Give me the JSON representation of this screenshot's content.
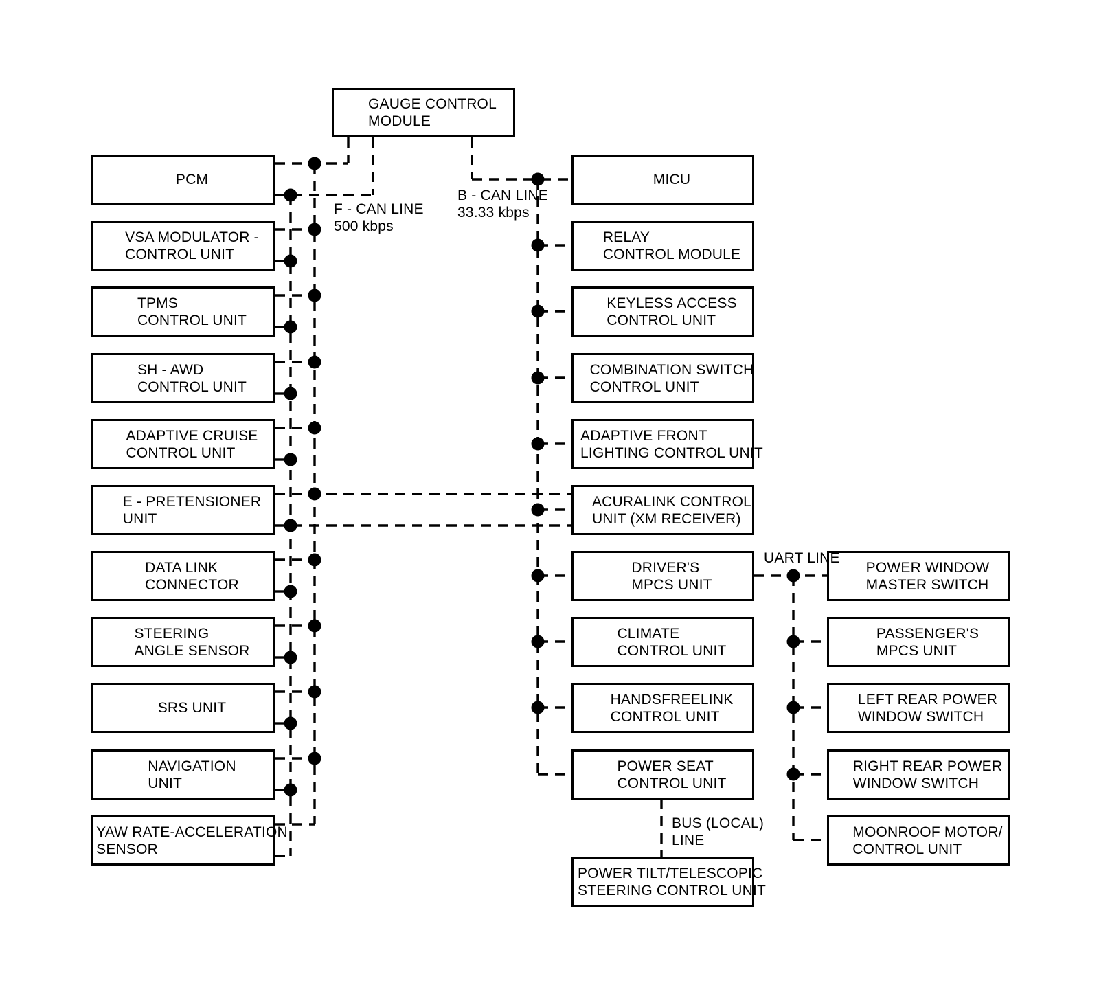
{
  "diagram_title": "Vehicle control unit network diagram",
  "colors": {
    "line": "#000000",
    "text": "#000000",
    "background": "#ffffff",
    "box_border": "#000000"
  },
  "gauge": {
    "label": "GAUGE CONTROL\nMODULE"
  },
  "left_column": {
    "bus": "F - CAN LINE",
    "boxes": [
      {
        "label": "PCM"
      },
      {
        "label": "VSA MODULATOR -\nCONTROL UNIT"
      },
      {
        "label": "TPMS\nCONTROL UNIT"
      },
      {
        "label": "SH - AWD\nCONTROL UNIT"
      },
      {
        "label": "ADAPTIVE CRUISE\nCONTROL UNIT"
      },
      {
        "label": "E - PRETENSIONER\nUNIT"
      },
      {
        "label": "DATA LINK\nCONNECTOR"
      },
      {
        "label": "STEERING\nANGLE SENSOR"
      },
      {
        "label": "SRS UNIT"
      },
      {
        "label": "NAVIGATION\nUNIT"
      },
      {
        "label": "YAW RATE-ACCELERATION\nSENSOR"
      }
    ]
  },
  "middle_column": {
    "bus": "B - CAN LINE",
    "boxes": [
      {
        "label": "MICU"
      },
      {
        "label": "RELAY\nCONTROL MODULE"
      },
      {
        "label": "KEYLESS ACCESS\nCONTROL UNIT"
      },
      {
        "label": "COMBINATION SWITCH\nCONTROL UNIT"
      },
      {
        "label": "ADAPTIVE FRONT\nLIGHTING CONTROL UNIT"
      },
      {
        "label": "ACURALINK CONTROL\nUNIT (XM RECEIVER)"
      },
      {
        "label": "DRIVER'S\nMPCS UNIT"
      },
      {
        "label": "CLIMATE\nCONTROL UNIT"
      },
      {
        "label": "HANDSFREELINK\nCONTROL UNIT"
      },
      {
        "label": "POWER SEAT\nCONTROL UNIT"
      },
      {
        "label": "POWER TILT/TELESCOPIC\nSTEERING CONTROL UNIT"
      }
    ]
  },
  "right_column": {
    "bus": "UART LINE",
    "boxes": [
      {
        "label": "POWER WINDOW\nMASTER SWITCH"
      },
      {
        "label": "PASSENGER'S\nMPCS UNIT"
      },
      {
        "label": "LEFT REAR POWER\nWINDOW SWITCH"
      },
      {
        "label": "RIGHT REAR POWER\nWINDOW SWITCH"
      },
      {
        "label": "MOONROOF MOTOR/\nCONTROL UNIT"
      }
    ]
  },
  "annotations": {
    "f_can": "F - CAN LINE\n500 kbps",
    "b_can": "B - CAN LINE\n33.33 kbps",
    "uart": "UART LINE",
    "bus_local": "BUS (LOCAL)\nLINE"
  }
}
